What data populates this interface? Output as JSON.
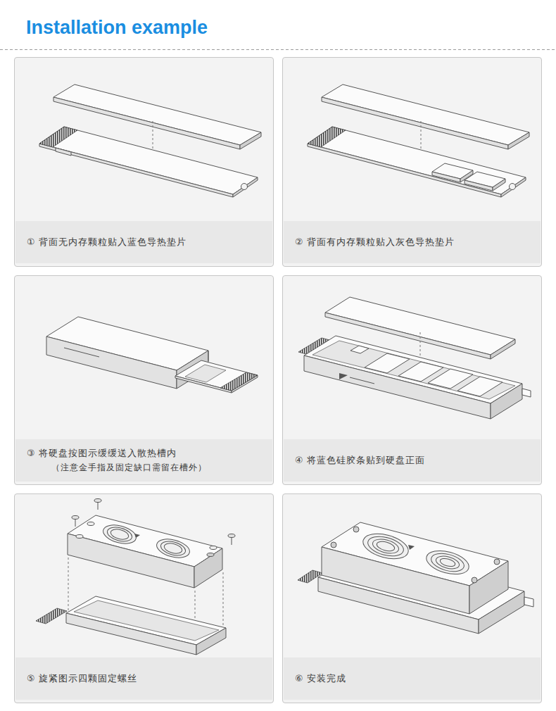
{
  "diagram": {
    "title": "Installation example",
    "nodes": [
      {
        "text": [
          "① 背面无内存颗粒贴入蓝色导热垫片"
        ]
      },
      {
        "text": [
          "② 背面有内存颗粒贴入灰色导热垫片"
        ]
      },
      {
        "text": [
          "③ 将硬盘按图示缓缓送入散热槽内",
          "（注意金手指及固定缺口需留在槽外）"
        ]
      },
      {
        "text": [
          "④ 将蓝色硅胶条贴到硬盘正面"
        ]
      },
      {
        "text": [
          "⑤ 旋紧图示四颗固定螺丝"
        ]
      },
      {
        "text": [
          "⑥ 安装完成"
        ]
      }
    ]
  }
}
